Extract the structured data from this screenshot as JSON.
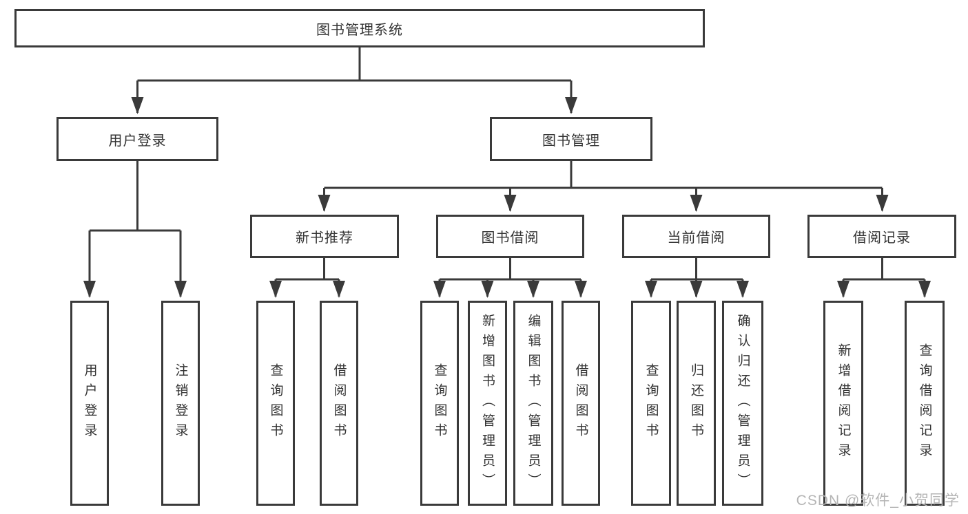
{
  "diagram_title": "图书管理系统",
  "colors": {
    "line": "#3a3a3a",
    "text": "#333333",
    "watermark": "#b5b5b5",
    "background": "#ffffff"
  },
  "nodes": {
    "root": {
      "label": "图书管理系统"
    },
    "user_login": {
      "label": "用户登录"
    },
    "book_mgmt": {
      "label": "图书管理"
    },
    "new_book_rec": {
      "label": "新书推荐"
    },
    "book_borrow": {
      "label": "图书借阅"
    },
    "current_borrow": {
      "label": "当前借阅"
    },
    "borrow_records": {
      "label": "借阅记录"
    },
    "login_user": {
      "label": "用户登录"
    },
    "logout": {
      "label": "注销登录"
    },
    "nb_query": {
      "label": "查询图书"
    },
    "nb_borrow": {
      "label": "借阅图书"
    },
    "bb_query": {
      "label": "查询图书"
    },
    "bb_add": {
      "label": "新增图书（管理员）"
    },
    "bb_edit": {
      "label": "编辑图书（管理员）"
    },
    "bb_borrow": {
      "label": "借阅图书"
    },
    "cb_query": {
      "label": "查询图书"
    },
    "cb_return": {
      "label": "归还图书"
    },
    "cb_confirm": {
      "label": "确认归还（管理员）"
    },
    "br_add": {
      "label": "新增借阅记录"
    },
    "br_query": {
      "label": "查询借阅记录"
    }
  },
  "watermark": {
    "text": "CSDN @软件_小贺同学"
  }
}
